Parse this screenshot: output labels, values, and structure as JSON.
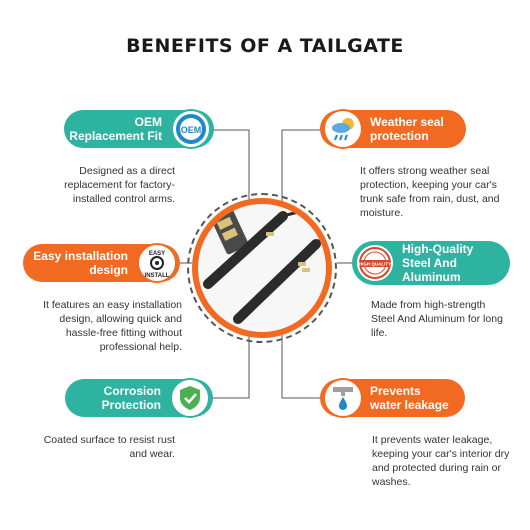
{
  "title": "BENEFITS OF A TAILGATE",
  "colors": {
    "teal": "#2fb3a1",
    "orange": "#f26a21"
  },
  "benefits": [
    {
      "label_line1": "OEM",
      "label_line2": "Replacement Fit",
      "icon": "oem-badge-icon",
      "icon_text": "OEM",
      "description": [
        "Designed as a direct",
        "replacement for factory-",
        "installed control arms."
      ]
    },
    {
      "label_line1": "Weather seal",
      "label_line2": "protection",
      "icon": "weather-icon",
      "description": [
        "It offers strong weather seal",
        "protection, keeping your car's",
        "trunk safe from rain, dust, and",
        "moisture."
      ]
    },
    {
      "label_line1": "Easy installation",
      "label_line2": "design",
      "icon": "easy-install-icon",
      "icon_text_top": "EASY",
      "icon_text_bottom": "INSTALL",
      "description": [
        "It features an easy installation",
        "design, allowing quick and",
        "hassle-free fitting without",
        "professional help."
      ]
    },
    {
      "label_line1": "High-Quality",
      "label_line2": "Steel And",
      "label_line3": "Aluminum",
      "icon": "high-quality-stamp-icon",
      "icon_text": "HIGH QUALITY",
      "description": [
        "Made from high-strength",
        "Steel And Aluminum for long",
        "life."
      ]
    },
    {
      "label_line1": "Corrosion",
      "label_line2": "Protection",
      "icon": "shield-check-icon",
      "description": [
        "Coated surface to resist rust",
        "and wear."
      ]
    },
    {
      "label_line1": "Prevents",
      "label_line2": "water leakage",
      "icon": "water-drop-icon",
      "description": [
        "It prevents water leakage,",
        "keeping your car's interior dry",
        "and protected during rain or",
        "washes."
      ]
    }
  ]
}
